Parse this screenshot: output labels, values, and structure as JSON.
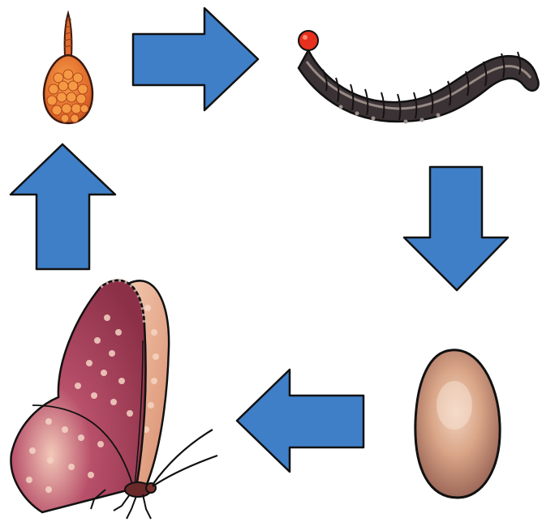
{
  "diagram": {
    "type": "life-cycle",
    "stages": [
      {
        "id": "egg",
        "icon": "egg-icon"
      },
      {
        "id": "caterpillar",
        "icon": "caterpillar-icon"
      },
      {
        "id": "pupa",
        "icon": "pupa-icon"
      },
      {
        "id": "butterfly",
        "icon": "butterfly-icon"
      }
    ],
    "arrows": [
      {
        "from": "egg",
        "to": "caterpillar",
        "direction": "right"
      },
      {
        "from": "caterpillar",
        "to": "pupa",
        "direction": "down"
      },
      {
        "from": "pupa",
        "to": "butterfly",
        "direction": "left"
      },
      {
        "from": "butterfly",
        "to": "egg",
        "direction": "up"
      }
    ]
  },
  "colors": {
    "arrow_fill": "#3f7fc8",
    "arrow_stroke": "#111111",
    "egg": "#e0692a",
    "caterpillar_body": "#3a3234",
    "caterpillar_head": "#e8301e",
    "pupa": "#c8967a",
    "butterfly_wing": "#8c3048"
  }
}
